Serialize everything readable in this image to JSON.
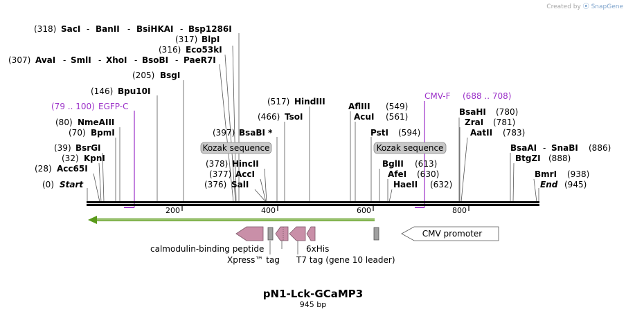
{
  "credit": {
    "prefix": "Created by",
    "brand": "SnapGene"
  },
  "title": "pN1-Lck-GCaMP3",
  "subtitle": "945 bp",
  "colors": {
    "primer": "#9b30c8",
    "feature": "#c98fa8",
    "tag": "#a0a0a0",
    "ori_arrow": "#5a9a1a"
  },
  "axis_ticks": [
    "200",
    "400",
    "600",
    "800"
  ],
  "sites": [
    {
      "pos": "(318)",
      "names": [
        "SacI",
        "BanII",
        "BsiHKAI",
        "Bsp1286I"
      ]
    },
    {
      "pos": "(317)",
      "names": [
        "BlpI"
      ]
    },
    {
      "pos": "(316)",
      "names": [
        "Eco53kI"
      ]
    },
    {
      "pos": "(307)",
      "names": [
        "AvaI",
        "SmlI",
        "XhoI",
        "BsoBI",
        "PaeR7I"
      ]
    },
    {
      "pos": "(205)",
      "names": [
        "BsgI"
      ]
    },
    {
      "pos": "(146)",
      "names": [
        "Bpu10I"
      ]
    },
    {
      "pos": "(80)",
      "names": [
        "NmeAIII"
      ]
    },
    {
      "pos": "(70)",
      "names": [
        "BpmI"
      ]
    },
    {
      "pos": "(39)",
      "names": [
        "BsrGI"
      ]
    },
    {
      "pos": "(32)",
      "names": [
        "KpnI"
      ]
    },
    {
      "pos": "(28)",
      "names": [
        "Acc65I"
      ]
    },
    {
      "pos": "(0)",
      "names": [
        "Start"
      ]
    },
    {
      "pos": "(517)",
      "names": [
        "HindIII"
      ]
    },
    {
      "pos": "(466)",
      "names": [
        "TsoI"
      ]
    },
    {
      "pos": "(397)",
      "names": [
        "BsaBI *"
      ]
    },
    {
      "pos": "(378)",
      "names": [
        "HincII"
      ]
    },
    {
      "pos": "(377)",
      "names": [
        "AccI"
      ]
    },
    {
      "pos": "(376)",
      "names": [
        "SalI"
      ]
    },
    {
      "pos": "(549)",
      "names": [
        "AflIII"
      ]
    },
    {
      "pos": "(561)",
      "names": [
        "AcuI"
      ]
    },
    {
      "pos": "(594)",
      "names": [
        "PstI"
      ]
    },
    {
      "pos": "(613)",
      "names": [
        "BglII"
      ]
    },
    {
      "pos": "(630)",
      "names": [
        "AfeI"
      ]
    },
    {
      "pos": "(632)",
      "names": [
        "HaeII"
      ]
    },
    {
      "pos": "(780)",
      "names": [
        "BsaHI"
      ]
    },
    {
      "pos": "(781)",
      "names": [
        "ZraI"
      ]
    },
    {
      "pos": "(783)",
      "names": [
        "AatII"
      ]
    },
    {
      "pos": "(886)",
      "names": [
        "BsaAI",
        "SnaBI"
      ]
    },
    {
      "pos": "(888)",
      "names": [
        "BtgZI"
      ]
    },
    {
      "pos": "(938)",
      "names": [
        "BmrI"
      ]
    },
    {
      "pos": "(945)",
      "names": [
        "End"
      ]
    }
  ],
  "primers": [
    {
      "name": "EGFP-C",
      "range": "(79 .. 100)"
    },
    {
      "name": "CMV-F",
      "range": "(688 .. 708)"
    }
  ],
  "features": {
    "kozak1": "Kozak sequence",
    "kozak2": "Kozak sequence",
    "calmodulin": "calmodulin-binding peptide",
    "xpress": "Xpress™ tag",
    "his": "6xHis",
    "t7": "T7 tag (gene 10 leader)",
    "cmv": "CMV promoter"
  }
}
